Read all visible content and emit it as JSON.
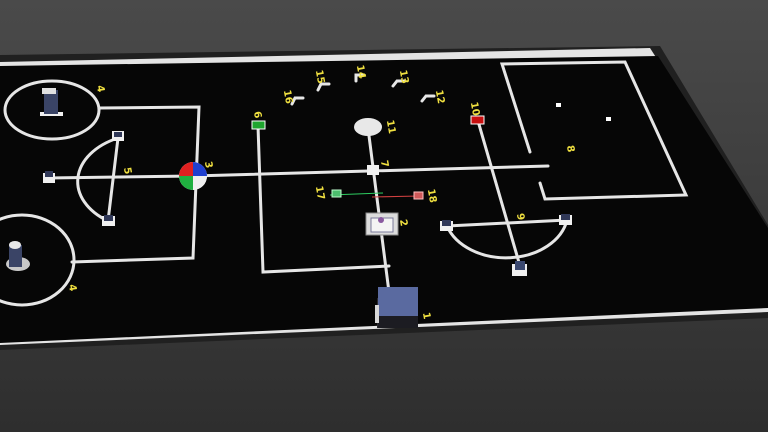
{
  "colors": {
    "background": "#3c3c3c",
    "table": "#e8e8e8",
    "mat": "#000000",
    "line": "#e6e6e6",
    "label": "#f0e040",
    "green_pad": "#1fa52f",
    "red_pad": "#c81010",
    "robot": "#5a6aa0"
  },
  "labels": {
    "n1": "1",
    "n2": "2",
    "n3": "3",
    "n4a": "4",
    "n4b": "4",
    "n5": "5",
    "n6": "6",
    "n7": "7",
    "n8": "8",
    "n9": "9",
    "n10": "10",
    "n11": "11",
    "n12": "12",
    "n13": "13",
    "n14": "14",
    "n15": "15",
    "n16": "16",
    "n17": "17",
    "n18": "18"
  }
}
